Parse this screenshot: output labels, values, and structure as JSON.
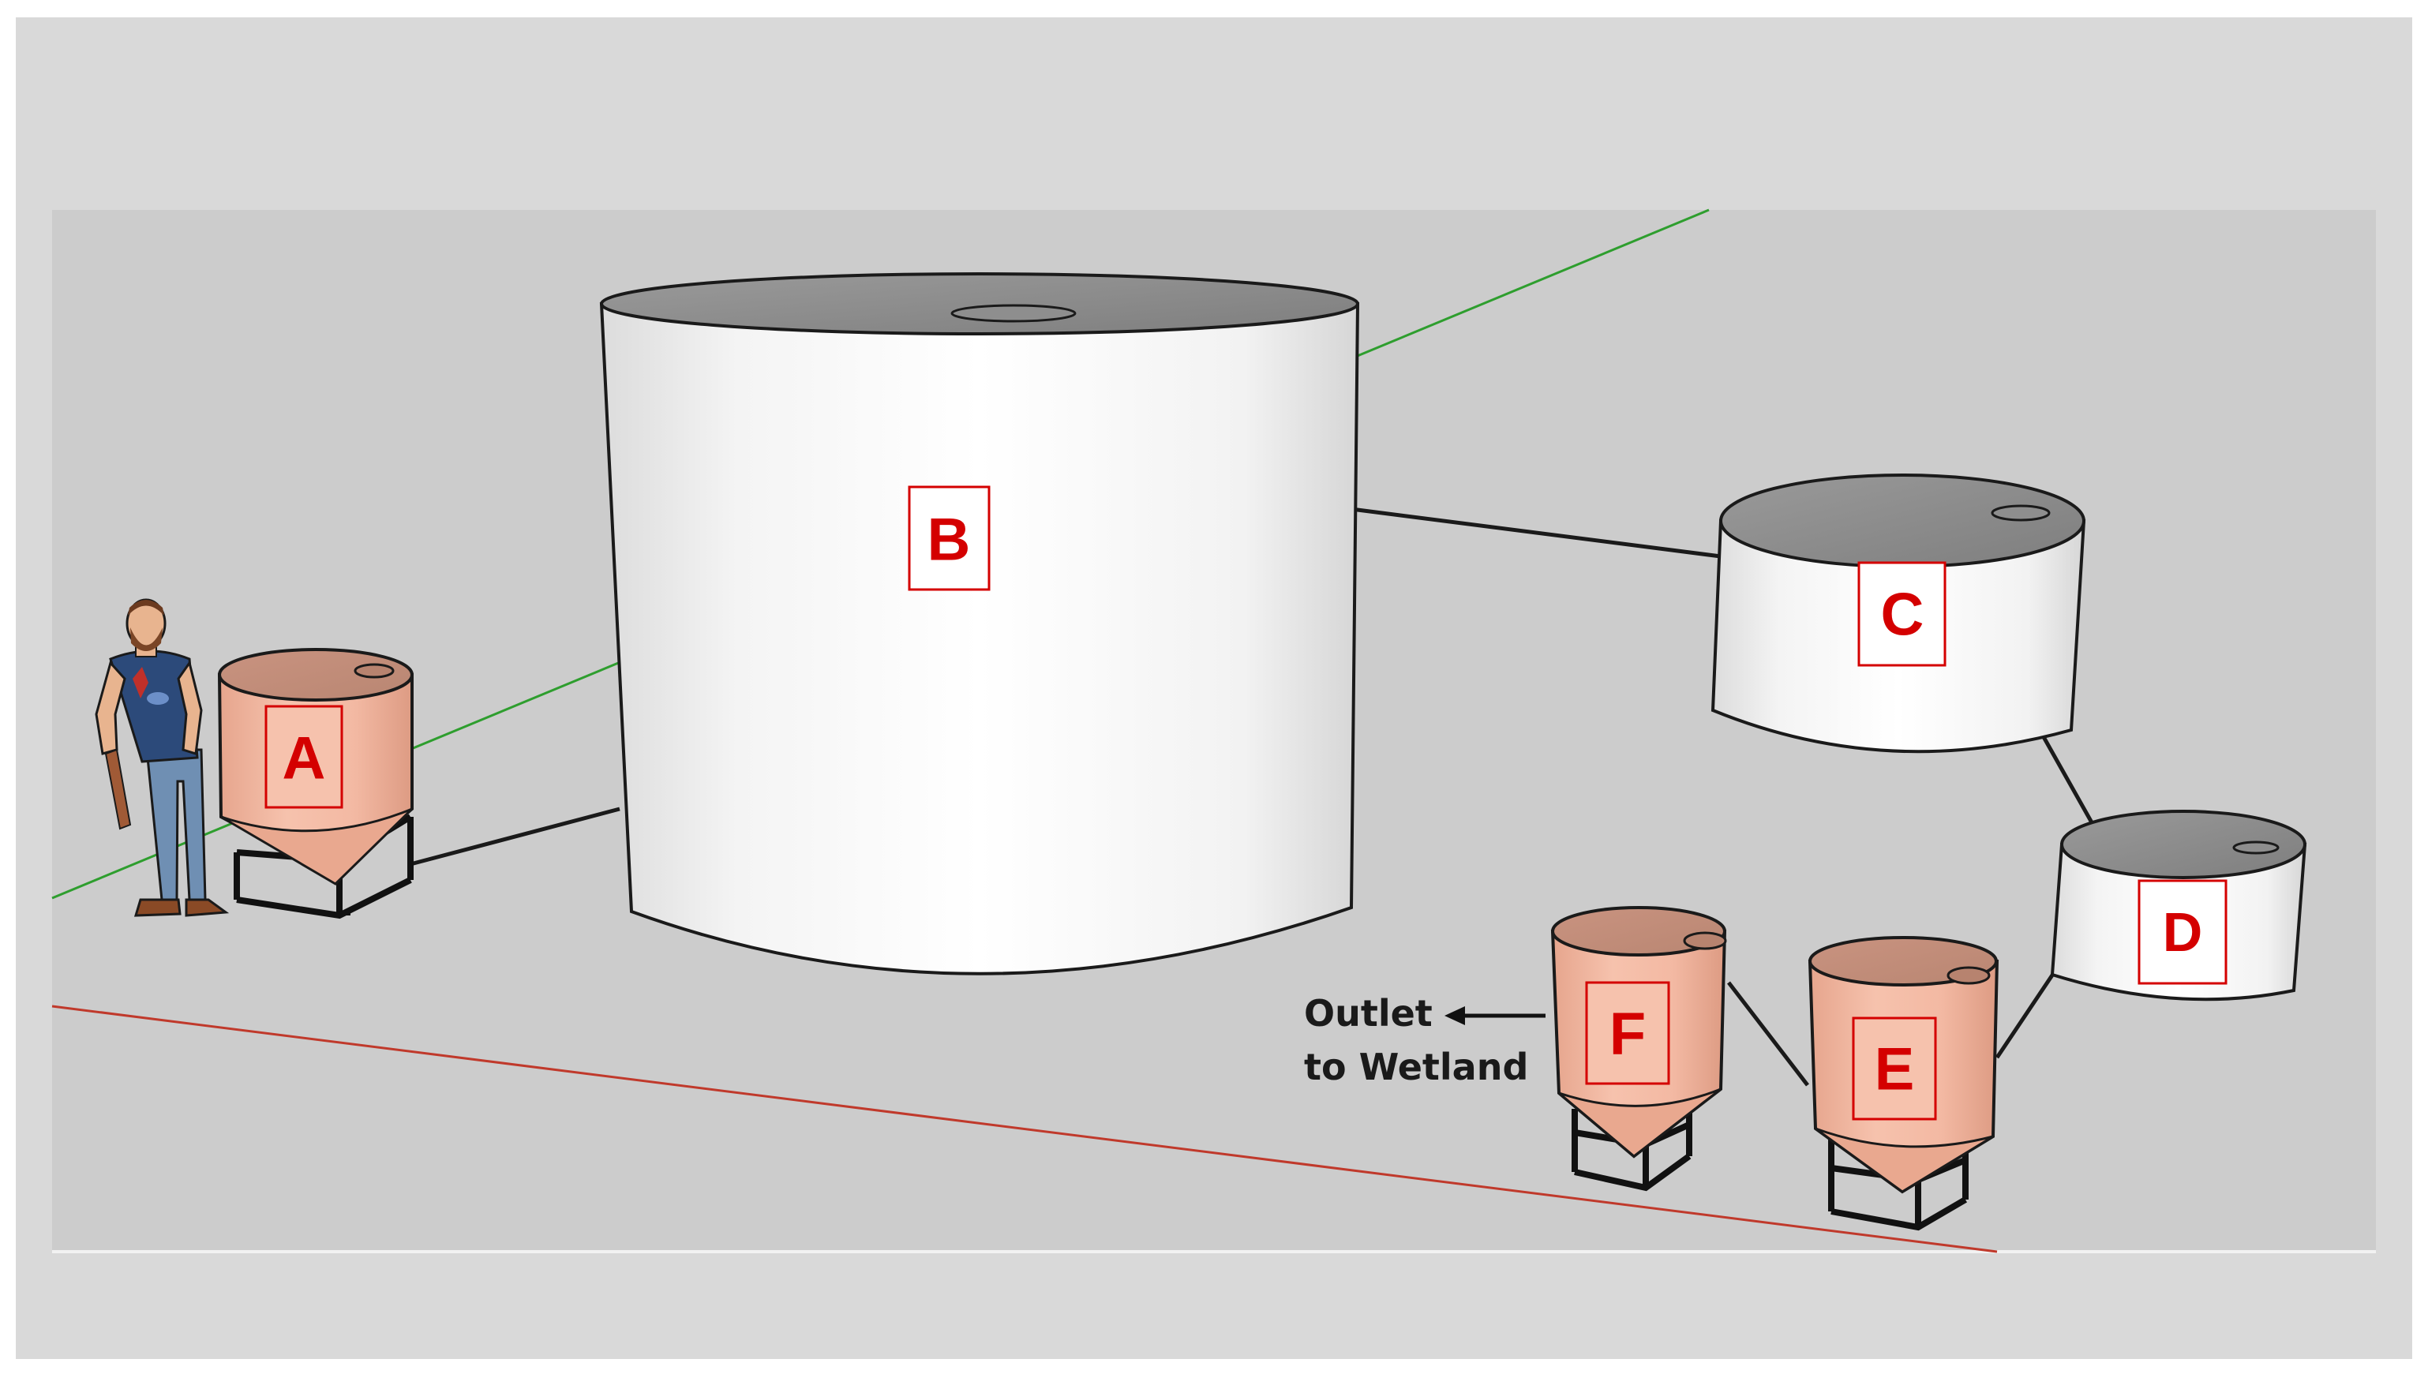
{
  "tanks": [
    {
      "id": "A",
      "label": "A",
      "kind": "cone-bottom",
      "color": "#f2b8a2"
    },
    {
      "id": "B",
      "label": "B",
      "kind": "cylinder",
      "color": "#ffffff"
    },
    {
      "id": "C",
      "label": "C",
      "kind": "cylinder",
      "color": "#ffffff"
    },
    {
      "id": "D",
      "label": "D",
      "kind": "cylinder",
      "color": "#ffffff"
    },
    {
      "id": "E",
      "label": "E",
      "kind": "cone-bottom",
      "color": "#f2b8a2"
    },
    {
      "id": "F",
      "label": "F",
      "kind": "cone-bottom",
      "color": "#f2b8a2"
    }
  ],
  "outlet": {
    "line1": "Outlet",
    "line2": "to Wetland"
  },
  "colors": {
    "background": "#d9d9d9",
    "ground": "#cccccc",
    "label_red": "#d40000",
    "axis_green": "#2e9e2e",
    "axis_red": "#c0392b"
  }
}
